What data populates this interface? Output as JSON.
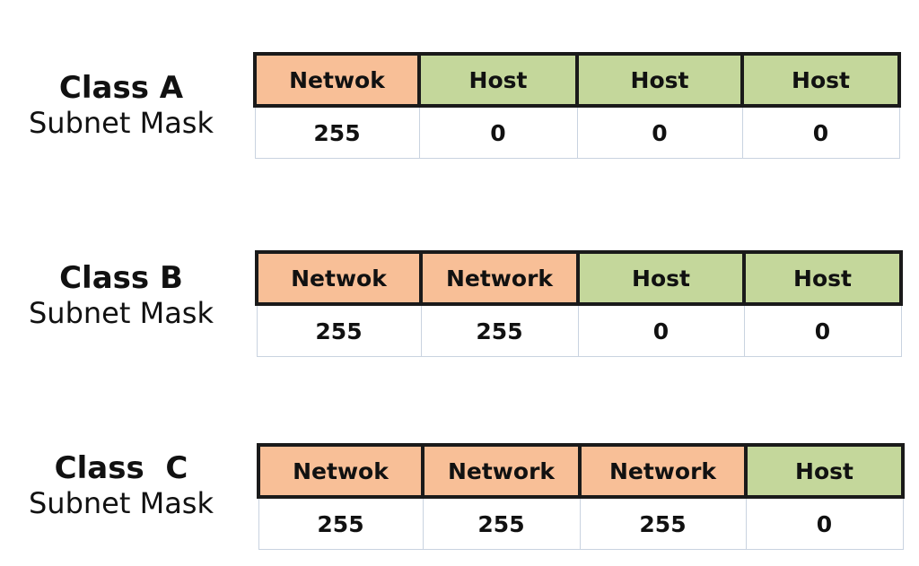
{
  "colors": {
    "network": "#f8bf97",
    "host": "#c4d79b",
    "border": "#1a1a1a"
  },
  "blocks": [
    {
      "title": "Class A",
      "subtitle": "Subnet Mask",
      "headers": [
        "Netwok",
        "Host",
        "Host",
        "Host"
      ],
      "kinds": [
        "network",
        "host",
        "host",
        "host"
      ],
      "values": [
        "255",
        "0",
        "0",
        "0"
      ]
    },
    {
      "title": "Class B",
      "subtitle": "Subnet Mask",
      "headers": [
        "Netwok",
        "Network",
        "Host",
        "Host"
      ],
      "kinds": [
        "network",
        "network",
        "host",
        "host"
      ],
      "values": [
        "255",
        "255",
        "0",
        "0"
      ]
    },
    {
      "title": "Class  C",
      "subtitle": "Subnet Mask",
      "headers": [
        "Netwok",
        "Network",
        "Network",
        "Host"
      ],
      "kinds": [
        "network",
        "network",
        "network",
        "host"
      ],
      "values": [
        "255",
        "255",
        "255",
        "0"
      ]
    }
  ]
}
